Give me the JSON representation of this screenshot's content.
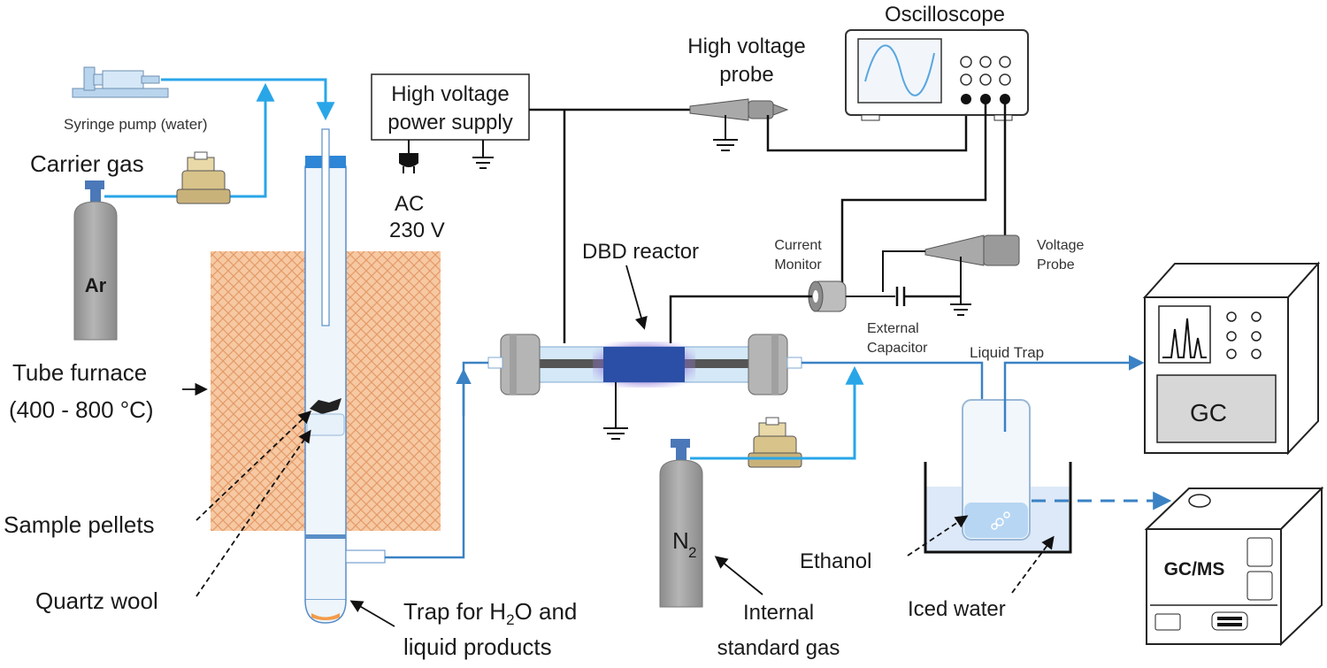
{
  "labels": {
    "oscilloscope": "Oscilloscope",
    "hv_probe_line1": "High voltage",
    "hv_probe_line2": "probe",
    "hv_supply_line1": "High voltage",
    "hv_supply_line2": "power supply",
    "ac_line1": "AC",
    "ac_line2": "230 V",
    "syringe_pump": "Syringe pump (water)",
    "carrier_gas": "Carrier gas",
    "argon": "Ar",
    "dbd_reactor": "DBD reactor",
    "current_monitor_line1": "Current",
    "current_monitor_line2": "Monitor",
    "voltage_probe_line1": "Voltage",
    "voltage_probe_line2": "Probe",
    "external_capacitor_line1": "External",
    "external_capacitor_line2": "Capacitor",
    "liquid_trap": "Liquid Trap",
    "gc": "GC",
    "gcms": "GC/MS",
    "tube_furnace_line1": "Tube furnace",
    "tube_furnace_line2": "(400 - 800 °C)",
    "sample_pellets": "Sample pellets",
    "quartz_wool": "Quartz wool",
    "trap_line1_pre": "Trap for H",
    "trap_line1_sub": "2",
    "trap_line1_post": "O and",
    "trap_line2": "liquid products",
    "nitrogen": "N",
    "nitrogen_sub": "2",
    "internal_std_line1": "Internal",
    "internal_std_line2": "standard gas",
    "ethanol": "Ethanol",
    "iced_water": "Iced water"
  },
  "colors": {
    "gas_line": "#29a6e8",
    "outlet_line": "#3a82c4",
    "wire": "#111111",
    "furnace": "#f3c19a",
    "reactor_electrode": "#2b4fa6",
    "cylinder": "#9a9a9a"
  }
}
